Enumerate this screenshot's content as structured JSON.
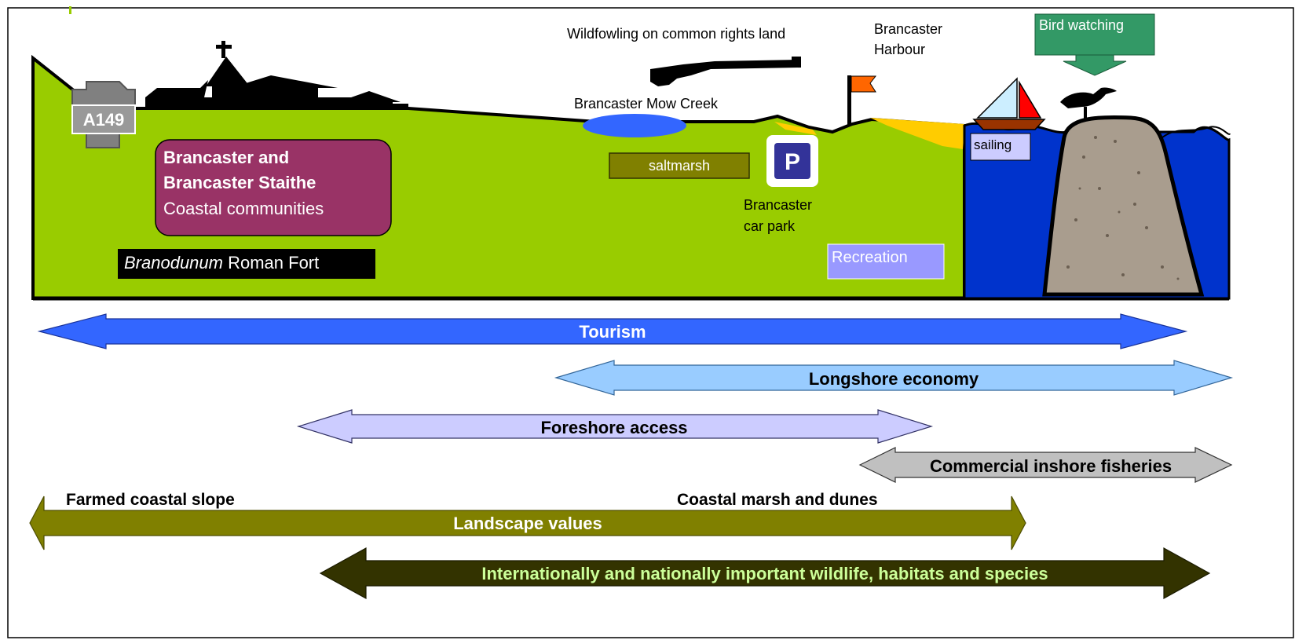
{
  "labels": {
    "wildfowling": "Wildfowling on common rights land",
    "harbour_line1": "Brancaster",
    "harbour_line2": "Harbour",
    "bird_watching": "Bird watching",
    "road_sign": "A149",
    "mow_creek": "Brancaster Mow Creek",
    "saltmarsh": "saltmarsh",
    "parking_symbol": "P",
    "car_park_line1": "Brancaster",
    "car_park_line2": "car park",
    "sailing": "sailing",
    "recreation": "Recreation",
    "community_line1": "Brancaster and",
    "community_line2": "Brancaster Staithe",
    "community_line3": "Coastal communities",
    "fort_italic": "Branodunum",
    "fort_rest": " Roman Fort",
    "farmed_slope": "Farmed coastal slope",
    "marsh_dunes": "Coastal marsh and dunes"
  },
  "arrows": {
    "tourism": "Tourism",
    "longshore": "Longshore economy",
    "foreshore": "Foreshore access",
    "fisheries": "Commercial inshore fisheries",
    "landscape": "Landscape values",
    "wildlife": "Internationally and nationally important wildlife, habitats and species"
  },
  "colors": {
    "land": "#99cc00",
    "sea": "#0033cc",
    "community_box": "#993366",
    "saltmarsh_box": "#808000",
    "creek": "#3366ff",
    "parking": "#333399",
    "recreation_box": "#9999ff",
    "bird_box": "#339966",
    "tourism": "#3366ff",
    "longshore": "#99ccff",
    "foreshore": "#ccccff",
    "fisheries": "#c0c0c0",
    "landscape": "#808000",
    "wildlife": "#333300",
    "dunes": "#ffcc00"
  }
}
